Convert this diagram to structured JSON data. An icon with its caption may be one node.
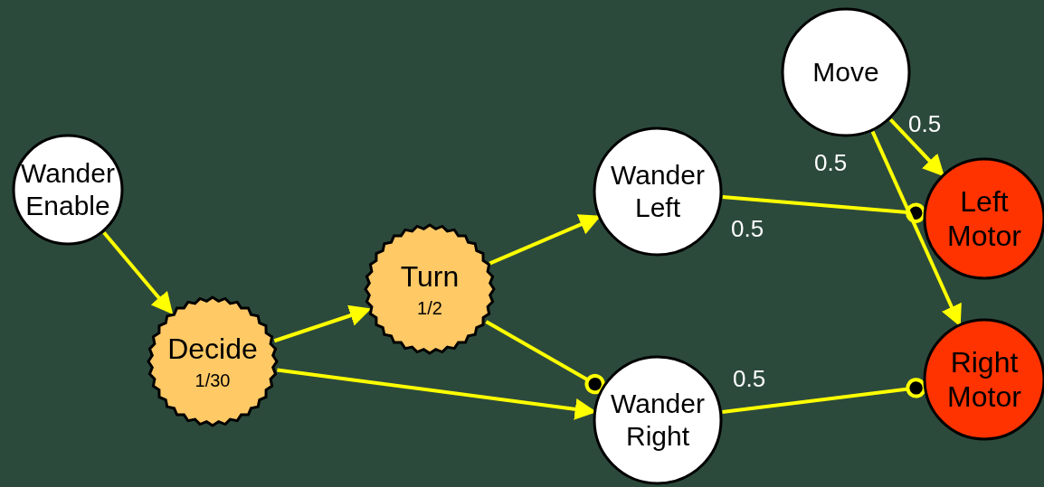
{
  "diagram": {
    "nodes": [
      {
        "text": [
          "Wander Enable"
        ]
      },
      {
        "text": [
          "Decide",
          "1/30"
        ]
      },
      {
        "text": [
          "Turn",
          "1/2"
        ]
      },
      {
        "text": [
          "Wander Left"
        ]
      },
      {
        "text": [
          "Move"
        ]
      },
      {
        "text": [
          "Wander Right"
        ]
      },
      {
        "text": [
          "Left Motor"
        ]
      },
      {
        "text": [
          "Right Motor"
        ]
      }
    ],
    "edges": [
      {
        "from": 0,
        "to": 1,
        "arrow": "to"
      },
      {
        "from": 1,
        "to": 2,
        "arrow": "to"
      },
      {
        "from": 1,
        "to": 5,
        "arrow": "to"
      },
      {
        "from": 2,
        "to": 3,
        "arrow": "to"
      },
      {
        "from": 2,
        "to": 5,
        "arrow": "other"
      },
      {
        "from": 3,
        "to": 6,
        "arrow": "other",
        "label": "0.5"
      },
      {
        "from": 4,
        "to": 6,
        "arrow": "to",
        "label": "0.5"
      },
      {
        "from": 4,
        "to": 7,
        "arrow": "to",
        "label": "0.5"
      },
      {
        "from": 5,
        "to": 7,
        "arrow": "other",
        "label": "0.5"
      }
    ]
  }
}
